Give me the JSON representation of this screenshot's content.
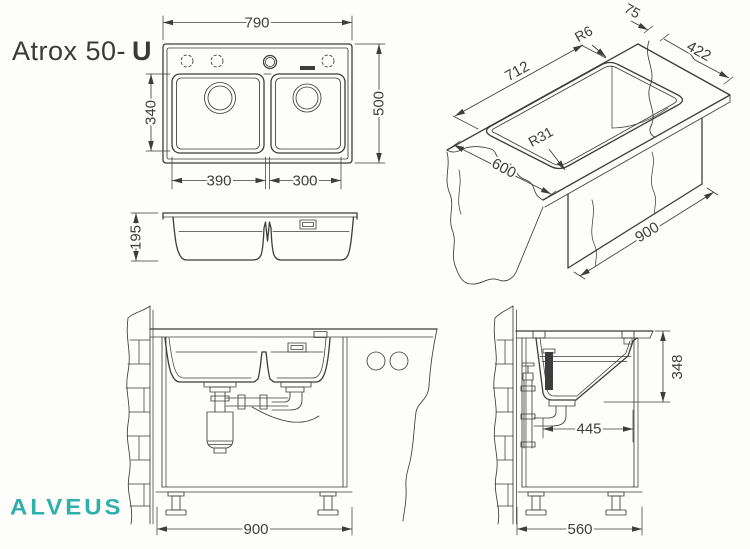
{
  "title": {
    "main": "Atrox 50-",
    "variant": "U"
  },
  "logo": {
    "text": "ALVEUS",
    "color": "#2fb0ab"
  },
  "drawing": {
    "line_color": "#3d3d3d",
    "views": {
      "top": {
        "overall_width": "790",
        "overall_depth": "500",
        "bowl_depth": "340",
        "left_bowl_width": "390",
        "right_bowl_width": "300"
      },
      "profile": {
        "bowl_height": "195"
      },
      "iso": {
        "cutout_length": "712",
        "edge_radius": "R6",
        "back_offset": "75",
        "cutout_width": "422",
        "corner_radius": "R31",
        "counter_depth": "600",
        "counter_length": "900"
      },
      "install_front": {
        "cabinet_width": "900"
      },
      "install_side": {
        "mounting_height": "348",
        "trap_offset": "445",
        "cabinet_depth": "560"
      }
    }
  }
}
